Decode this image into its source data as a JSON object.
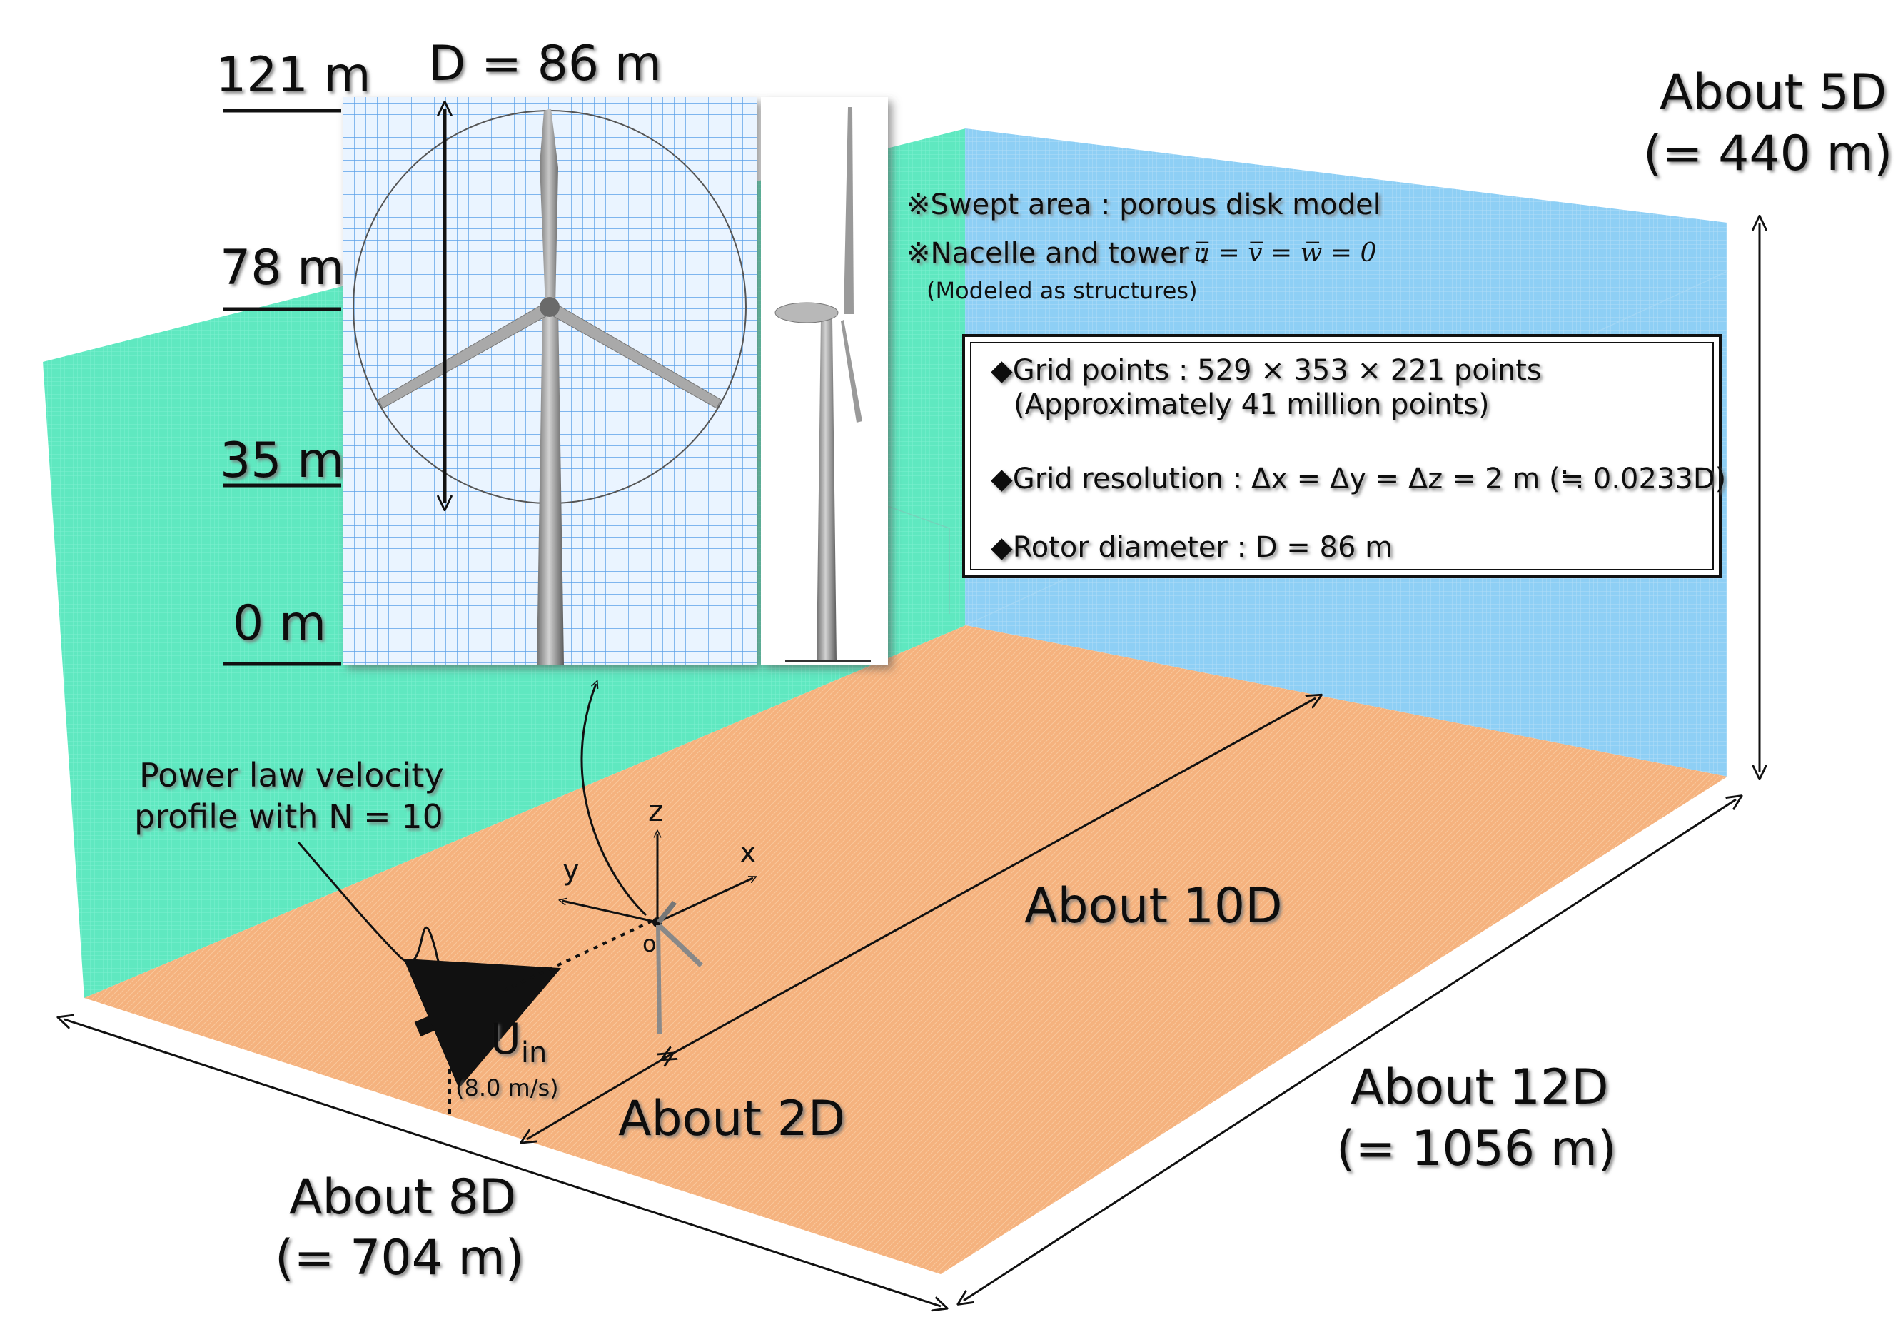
{
  "height_labels": [
    "121 m",
    "78 m",
    "35 m",
    "0 m"
  ],
  "rotor_label": "D = 86 m",
  "dimensions": {
    "height": {
      "line1": "About 5D",
      "line2": "(= 440 m)"
    },
    "width": {
      "line1": "About 8D",
      "line2": "(= 704 m)"
    },
    "length": {
      "line1": "About 12D",
      "line2": "(= 1056 m)"
    },
    "downstream": "About 10D",
    "upstream": "About 2D"
  },
  "notes": {
    "swept": "※Swept area : porous disk model",
    "nacelle": "※Nacelle and tower :",
    "nacelle_eq": "u̅ = v̅ = w̅ = 0",
    "nacelle_sub": "(Modeled as structures)"
  },
  "info_box": {
    "grid_points": "◆Grid points : 529 × 353 × 221 points",
    "grid_points_sub": "(Approximately 41 million points)",
    "resolution": "◆Grid resolution : Δx = Δy = Δz = 2 m (≒ 0.0233D)",
    "rotor": "◆Rotor diameter   : D = 86 m"
  },
  "inflow": {
    "profile_line1": "Power law velocity",
    "profile_line2": "profile with N = 10",
    "u_label": "U",
    "u_sub": "in",
    "speed": "(8.0 m/s)"
  },
  "axes": {
    "x": "x",
    "y": "y",
    "z": "z",
    "origin": "o"
  },
  "colors": {
    "floor": "#f5b27e",
    "left_wall": "#5fe8c0",
    "right_wall": "#8ecff5",
    "grid": "#5aa0e8",
    "inset_bg": "#eaf4ff"
  }
}
